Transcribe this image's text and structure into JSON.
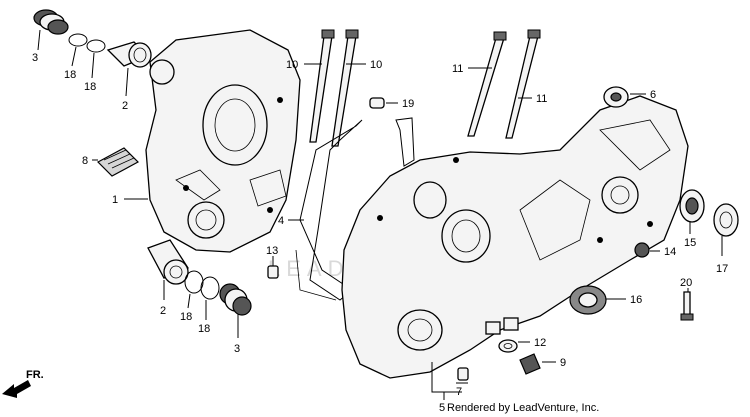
{
  "diagram": {
    "watermark": "LEADVENTURE",
    "footer_credit": "Rendered by LeadVenture, Inc.",
    "direction_label": "FR.",
    "callouts": [
      {
        "id": "c3a",
        "label": "3"
      },
      {
        "id": "c18a",
        "label": "18"
      },
      {
        "id": "c18b",
        "label": "18"
      },
      {
        "id": "c2a",
        "label": "2"
      },
      {
        "id": "c8",
        "label": "8"
      },
      {
        "id": "c1",
        "label": "1"
      },
      {
        "id": "c10a",
        "label": "10"
      },
      {
        "id": "c10b",
        "label": "10"
      },
      {
        "id": "c19",
        "label": "19"
      },
      {
        "id": "c4",
        "label": "4"
      },
      {
        "id": "c13",
        "label": "13"
      },
      {
        "id": "c2b",
        "label": "2"
      },
      {
        "id": "c18c",
        "label": "18"
      },
      {
        "id": "c18d",
        "label": "18"
      },
      {
        "id": "c3b",
        "label": "3"
      },
      {
        "id": "c11a",
        "label": "11"
      },
      {
        "id": "c11b",
        "label": "11"
      },
      {
        "id": "c6",
        "label": "6"
      },
      {
        "id": "c15",
        "label": "15"
      },
      {
        "id": "c17",
        "label": "17"
      },
      {
        "id": "c14",
        "label": "14"
      },
      {
        "id": "c20",
        "label": "20"
      },
      {
        "id": "c16",
        "label": "16"
      },
      {
        "id": "c12",
        "label": "12"
      },
      {
        "id": "c9",
        "label": "9"
      },
      {
        "id": "c7",
        "label": "7"
      },
      {
        "id": "c5",
        "label": "5"
      }
    ]
  }
}
